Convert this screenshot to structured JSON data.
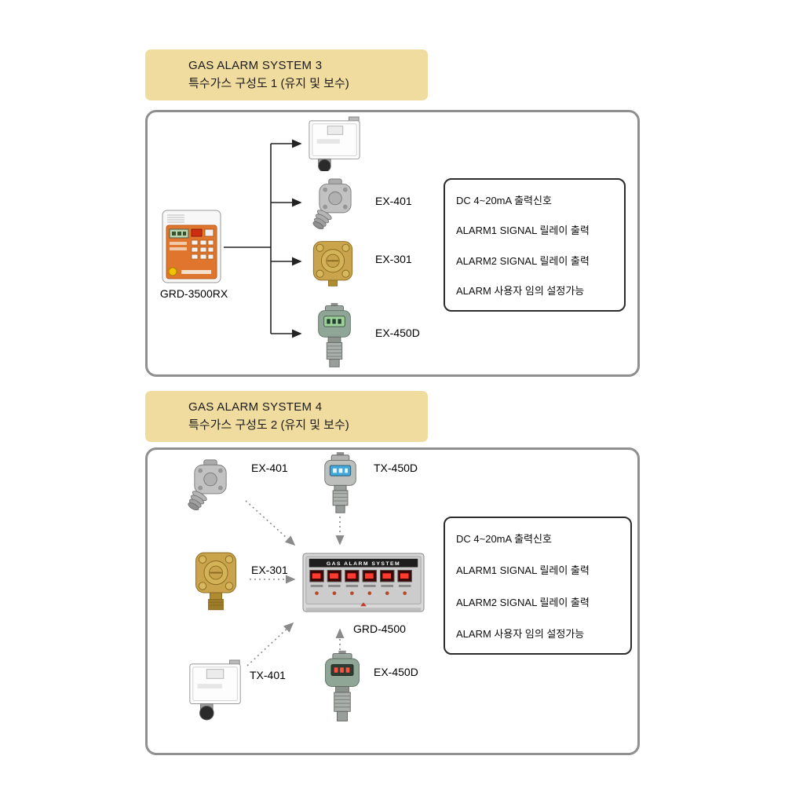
{
  "section1": {
    "header": {
      "title": "GAS ALARM SYSTEM 3",
      "subtitle": "특수가스 구성도 1 (유지 및 보수)"
    },
    "controller_label": "GRD-3500RX",
    "devices": {
      "d2": "EX-401",
      "d3": "EX-301",
      "d4": "EX-450D"
    },
    "info": [
      "DC 4~20mA 출력신호",
      "ALARM1 SIGNAL 릴레이 출력",
      "ALARM2 SIGNAL 릴레이 출력",
      "ALARM 사용자 임의 설정가능"
    ]
  },
  "section2": {
    "header": {
      "title": "GAS ALARM SYSTEM 4",
      "subtitle": "특수가스 구성도 2 (유지 및 보수)"
    },
    "devices": {
      "ex401": "EX-401",
      "tx450d": "TX-450D",
      "ex301": "EX-301",
      "tx401": "TX-401",
      "ex450d": "EX-450D"
    },
    "panel": {
      "label": "GRD-4500",
      "screen_title": "GAS ALARM SYSTEM"
    },
    "info": [
      "DC 4~20mA 출력신호",
      "ALARM1 SIGNAL 릴레이 출력",
      "ALARM2 SIGNAL 릴레이 출력",
      "ALARM 사용자 임의 설정가능"
    ]
  }
}
